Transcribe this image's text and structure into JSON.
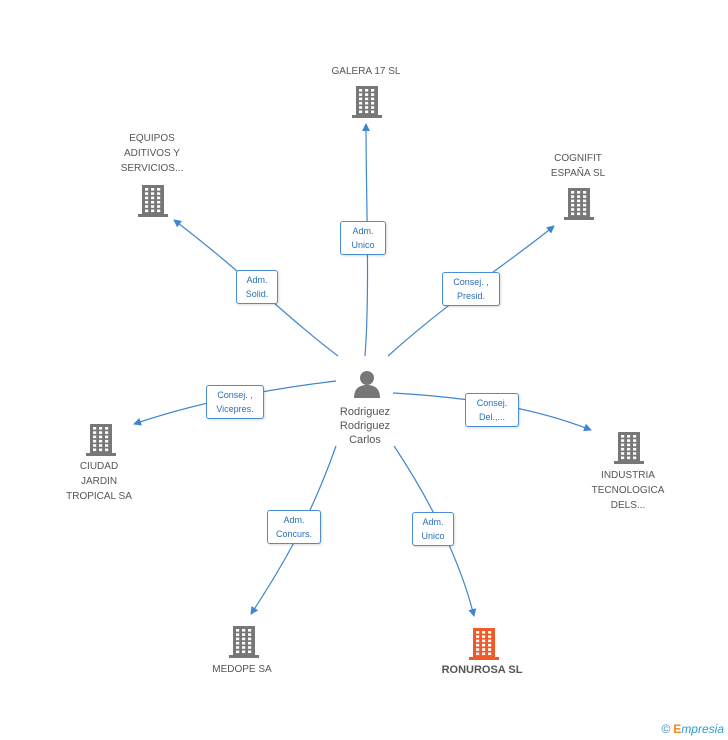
{
  "center": {
    "name": "Rodriguez\nRodriguez\nCarlos",
    "icon": "person-icon"
  },
  "companies": [
    {
      "name": "GALERA 17  SL",
      "role": "Adm.\nUnico",
      "icon": "building-icon",
      "highlight": false
    },
    {
      "name": "COGNIFIT\nESPAÑA SL",
      "role": "Consej. ,\nPresid.",
      "icon": "building-icon",
      "highlight": false
    },
    {
      "name": "INDUSTRIA\nTECNOLOGICA\nDELS...",
      "role": "Consej.\nDel.,...",
      "icon": "building-icon",
      "highlight": false
    },
    {
      "name": "RONUROSA SL",
      "role": "Adm.\nUnico",
      "icon": "building-icon",
      "highlight": true
    },
    {
      "name": "MEDOPE SA",
      "role": "Adm.\nConcurs.",
      "icon": "building-icon",
      "highlight": false
    },
    {
      "name": "CIUDAD\nJARDIN\nTROPICAL SA",
      "role": "Consej. ,\nVicepres.",
      "icon": "building-icon",
      "highlight": false
    },
    {
      "name": "EQUIPOS\nADITIVOS Y\nSERVICIOS...",
      "role": "Adm.\nSolid.",
      "icon": "building-icon",
      "highlight": false
    }
  ],
  "colors": {
    "edge": "#3f86d0",
    "building": "#777777",
    "highlight": "#f05a28",
    "person": "#777777"
  },
  "footer": {
    "copyright": "©",
    "brand_first": "E",
    "brand_rest": "mpresia"
  }
}
